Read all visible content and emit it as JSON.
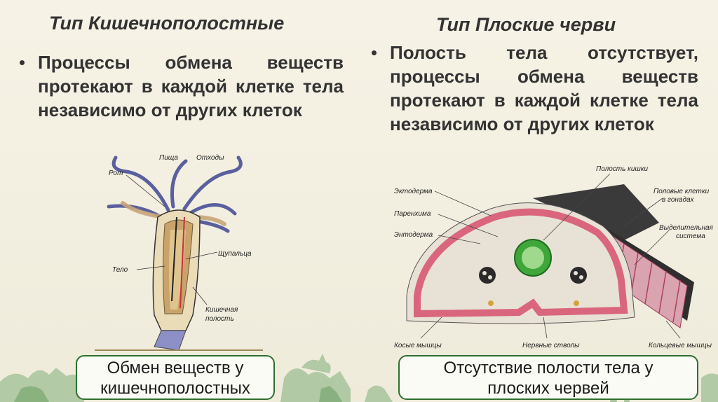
{
  "left": {
    "title": "Тип Кишечнополостные",
    "bullet": "Процессы обмена веществ протекают в каждой клетке тела независимо от других клеток",
    "caption_line1": "Обмен веществ у",
    "caption_line2": "кишечнополостных",
    "figure_labels": {
      "food": "Пища",
      "waste": "Отходы",
      "mouth": "Рот",
      "tentacles": "Щупальца",
      "body": "Тело",
      "cavity_1": "Кишечная",
      "cavity_2": "полость"
    }
  },
  "right": {
    "title": "Тип Плоские черви",
    "bullet": "Полость тела отсутствует, процессы обмена веществ протекают в каждой клетке тела независимо от других клеток",
    "caption_line1": "Отсутствие полости тела у",
    "caption_line2": "плоских червей",
    "figure_labels": {
      "gut_cavity": "Полость кишки",
      "ectoderm": "Эктодерма",
      "parenchyma": "Паренхима",
      "entoderm": "Энтодерма",
      "gonads_1": "Половые клетки",
      "gonads_2": "в гонадах",
      "excretory_1": "Выделительная",
      "excretory_2": "система",
      "oblique_muscles": "Косые мышцы",
      "nerve_trunks": "Нервные стволы",
      "ring_muscles": "Кольцевые мышцы"
    }
  },
  "colors": {
    "background": "#f3f0e2",
    "caption_border": "#2f6f2f",
    "text": "#333333",
    "tissue_pink": "#d9667c",
    "gut_green": "#3fa63a"
  }
}
